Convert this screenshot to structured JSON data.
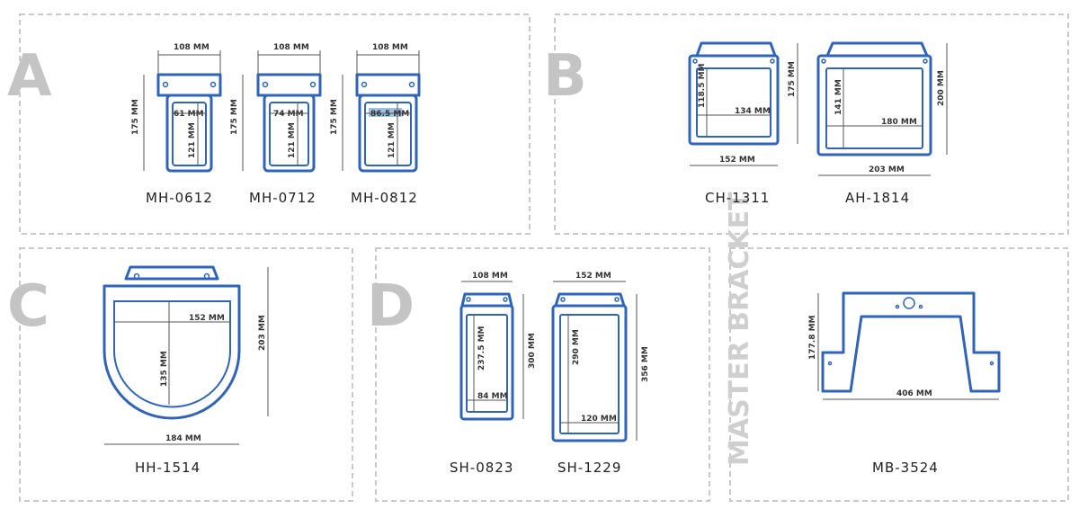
{
  "panels": {
    "a": {
      "letter": "A"
    },
    "b": {
      "letter": "B"
    },
    "c": {
      "letter": "C"
    },
    "d": {
      "letter": "D"
    },
    "mb": {
      "title": "MASTER BRACKET"
    }
  },
  "models": {
    "mh0612": {
      "name": "MH-0612",
      "width": "108 MM",
      "height": "175 MM",
      "inner_w": "61 MM",
      "inner_h": "121 MM"
    },
    "mh0712": {
      "name": "MH-0712",
      "width": "108 MM",
      "height": "175 MM",
      "inner_w": "74 MM",
      "inner_h": "121 MM"
    },
    "mh0812": {
      "name": "MH-0812",
      "width": "108 MM",
      "height": "175 MM",
      "inner_w": "86.5 MM",
      "inner_h": "121 MM"
    },
    "ch1311": {
      "name": "CH-1311",
      "width": "152 MM",
      "height": "175 MM",
      "inner_w": "134 MM",
      "inner_h": "118.5 MM"
    },
    "ah1814": {
      "name": "AH-1814",
      "width": "203 MM",
      "height": "200 MM",
      "inner_w": "180 MM",
      "inner_h": "141 MM"
    },
    "hh1514": {
      "name": "HH-1514",
      "width": "184 MM",
      "height": "203 MM",
      "inner_w": "152 MM",
      "inner_h": "135 MM"
    },
    "sh0823": {
      "name": "SH-0823",
      "width": "108 MM",
      "height": "300 MM",
      "inner_w": "84 MM",
      "inner_h": "237.5 MM"
    },
    "sh1229": {
      "name": "SH-1229",
      "width": "152 MM",
      "height": "356 MM",
      "inner_w": "120 MM",
      "inner_h": "290 MM"
    },
    "mb3524": {
      "name": "MB-3524",
      "width": "406 MM",
      "height": "177.8 MM"
    }
  }
}
